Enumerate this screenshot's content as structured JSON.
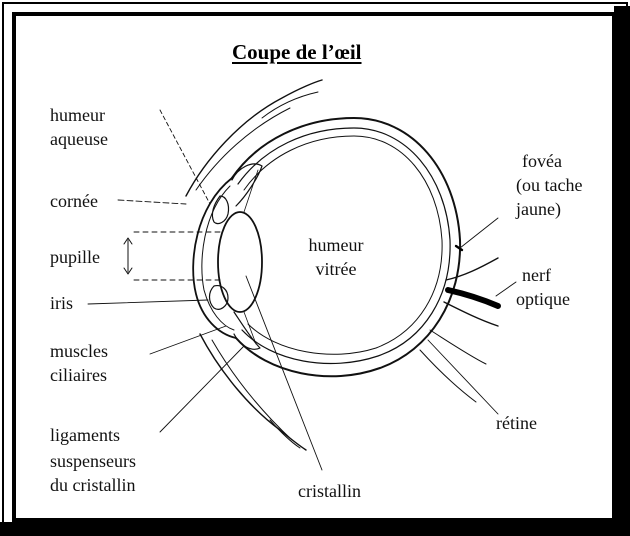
{
  "title": "Coupe de l’œil",
  "labels": {
    "humeur_aqueuse_1": "humeur",
    "humeur_aqueuse_2": "aqueuse",
    "cornee": "cornée",
    "pupille": "pupille",
    "iris": "iris",
    "muscles_ciliaires_1": "muscles",
    "muscles_ciliaires_2": "ciliaires",
    "ligaments_1": "ligaments",
    "ligaments_2": "suspenseurs",
    "ligaments_3": "du cristallin",
    "cristallin": "cristallin",
    "humeur_vitree_1": "humeur",
    "humeur_vitree_2": "vitrée",
    "fovea_1": "fovéa",
    "fovea_2": "(ou tache",
    "fovea_3": "jaune)",
    "nerf_optique_1": "nerf",
    "nerf_optique_2": "optique",
    "retine": "rétine"
  }
}
